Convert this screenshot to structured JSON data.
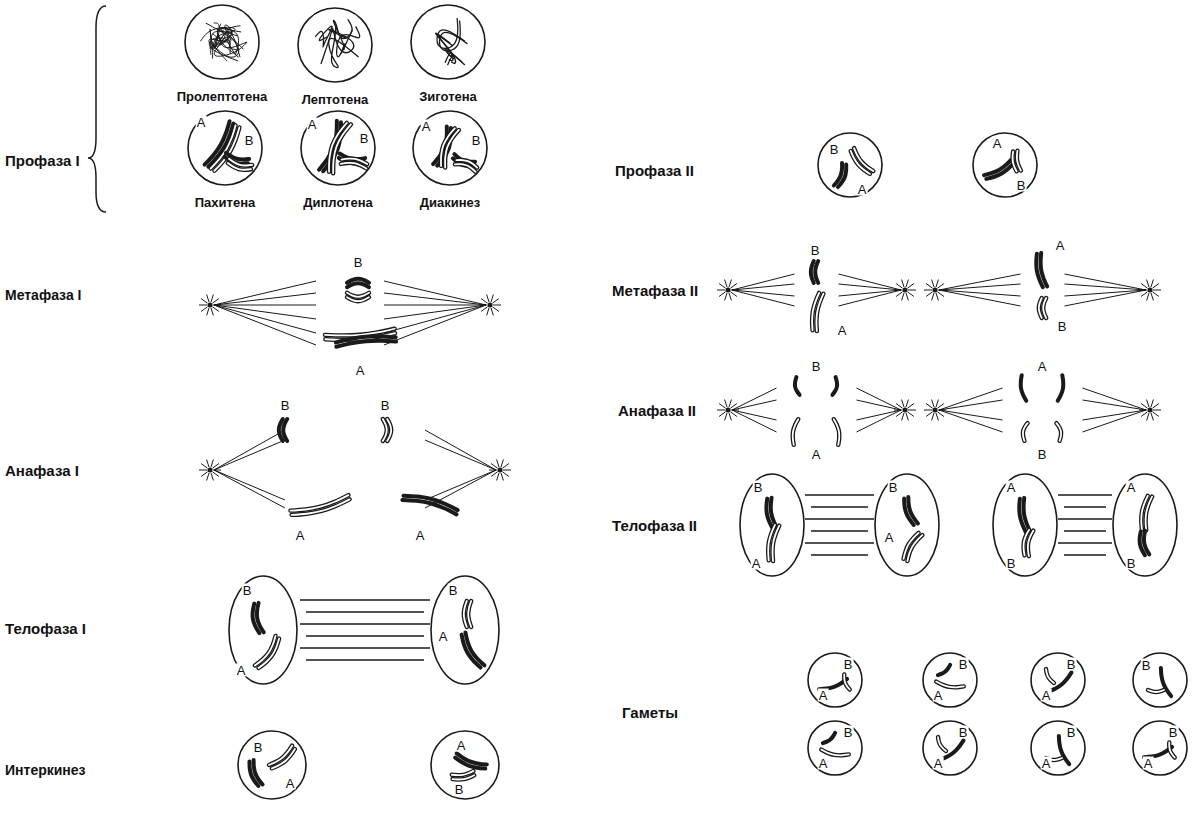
{
  "diagram": {
    "nodes": [
      {
        "text": [
          "Пролептотена"
        ]
      },
      {
        "text": [
          "Лептотена"
        ]
      },
      {
        "text": [
          "Зиготена"
        ]
      },
      {
        "text": [
          "Пахитена",
          "A",
          "B"
        ]
      },
      {
        "text": [
          "Диплотена",
          "A",
          "B"
        ]
      },
      {
        "text": [
          "Диакинез",
          "A",
          "B"
        ]
      },
      {
        "text": [
          "B",
          "A"
        ]
      },
      {
        "text": [
          "B",
          "A"
        ]
      },
      {
        "text": [
          "B",
          "A"
        ]
      },
      {
        "text": [
          "A",
          "B"
        ]
      },
      {
        "text": [
          "B",
          "A"
        ]
      },
      {
        "text": [
          "A",
          "B"
        ]
      },
      {
        "text": [
          "B",
          "A"
        ]
      },
      {
        "text": [
          "B",
          "A"
        ]
      },
      {
        "text": [
          "A",
          "B"
        ]
      },
      {
        "text": [
          "A",
          "B"
        ]
      },
      {
        "text": [
          "B",
          "A"
        ]
      },
      {
        "text": [
          "B",
          "A"
        ]
      },
      {
        "text": [
          "B",
          "A"
        ]
      },
      {
        "text": [
          "B"
        ]
      },
      {
        "text": [
          "B",
          "A"
        ]
      },
      {
        "text": [
          "B",
          "A"
        ]
      },
      {
        "text": [
          "B",
          "A"
        ]
      },
      {
        "text": [
          "B",
          "A"
        ]
      }
    ],
    "labels": [
      "Профаза I",
      "Метафаза I",
      "B",
      "A",
      "Анафаза I",
      "B",
      "B",
      "A",
      "A",
      "Телофаза I",
      "Интеркинез",
      "Профаза II",
      "Метафаза II",
      "B",
      "A",
      "A",
      "B",
      "Анафаза II",
      "B",
      "A",
      "A",
      "B",
      "Телофаза II",
      "Гаметы"
    ]
  }
}
